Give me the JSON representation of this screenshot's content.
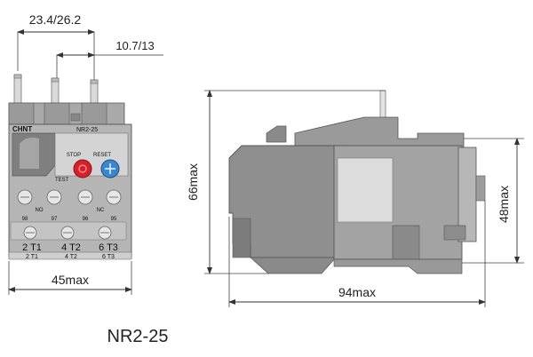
{
  "dimensions": {
    "front_pin_spacing": "23.4/26.2",
    "front_pin_offset": "10.7/13",
    "front_width": "45max",
    "side_height_total": "66max",
    "side_height_body": "48max",
    "side_depth": "94max"
  },
  "device": {
    "brand": "CHNT",
    "model_plate": "NR2-25",
    "stop_label": "STOP",
    "reset_label": "RESET",
    "test_label": "TEST",
    "contact_no": "NO",
    "contact_nc": "NC",
    "aux_terminals": [
      "98",
      "97",
      "96",
      "95"
    ],
    "main_terminals": [
      "2 T1",
      "4 T2",
      "6 T3"
    ],
    "bottom_strip": [
      "2 T1",
      "4 T2",
      "6 T3"
    ]
  },
  "caption": "NR2-25",
  "colors": {
    "body": "#9c9c9c",
    "body_dark": "#7d7d7d",
    "body_light": "#c9c9c9",
    "stop_button": "#d8202a",
    "reset_button": "#3a86d0",
    "line": "#333333"
  }
}
